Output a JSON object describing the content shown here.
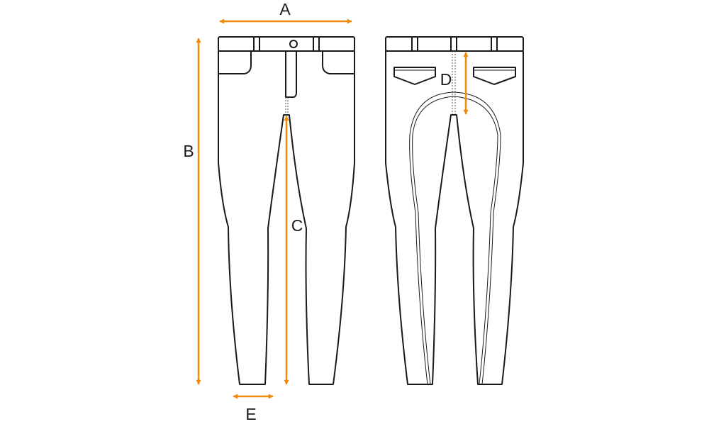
{
  "diagram": {
    "arrow_color": "#ee8c0a",
    "line_color": "#1a1a1a",
    "labels": {
      "a": "A",
      "b": "B",
      "c": "C",
      "d": "D",
      "e": "E"
    }
  }
}
